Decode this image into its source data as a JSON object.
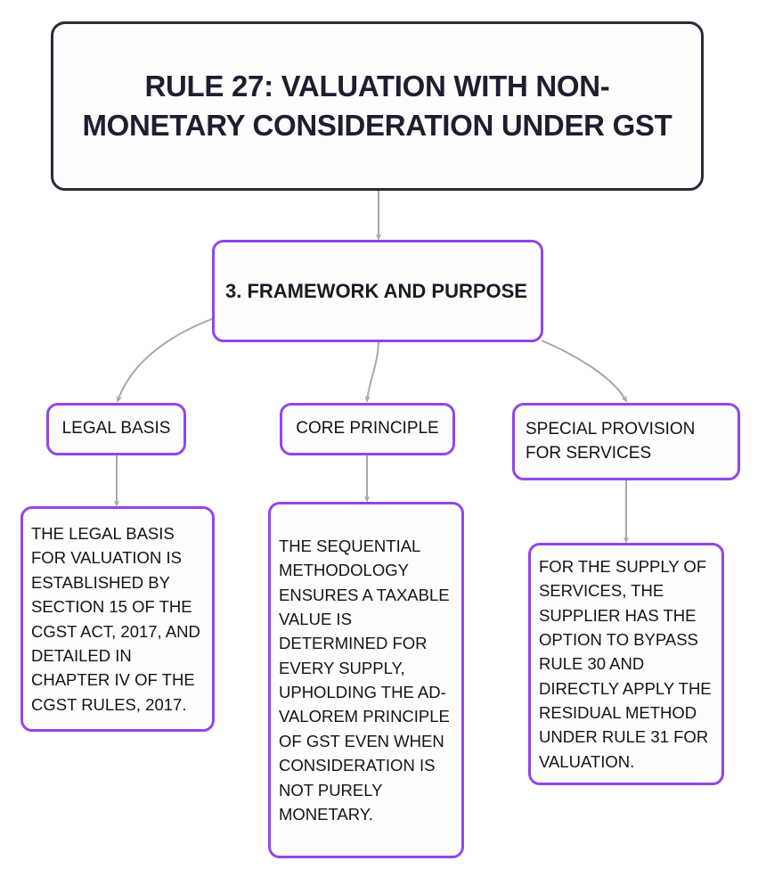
{
  "diagram": {
    "type": "mind-map",
    "background_color": "#ffffff",
    "root_border_color": "#2b2838",
    "branch_border_color": "#9246ea",
    "connector_color": "#a8a8a8",
    "text_color": "#141414",
    "root": {
      "title": "RULE 27: VALUATION WITH NON-MONETARY CONSIDERATION UNDER GST"
    },
    "section": {
      "title": "3. FRAMEWORK AND PURPOSE"
    },
    "branches": [
      {
        "label": "LEGAL BASIS",
        "detail": "THE LEGAL BASIS FOR VALUATION IS ESTABLISHED BY SECTION 15 OF THE CGST ACT, 2017, AND DETAILED IN CHAPTER IV OF THE CGST RULES, 2017."
      },
      {
        "label": "CORE PRINCIPLE",
        "detail": "THE SEQUENTIAL METHODOLOGY ENSURES A TAXABLE VALUE IS DETERMINED FOR EVERY SUPPLY, UPHOLDING THE AD-VALOREM PRINCIPLE OF GST EVEN WHEN CONSIDERATION IS NOT PURELY MONETARY."
      },
      {
        "label": "SPECIAL PROVISION FOR SERVICES",
        "detail": "FOR THE SUPPLY OF SERVICES, THE SUPPLIER HAS THE OPTION TO BYPASS RULE 30 AND DIRECTLY APPLY THE RESIDUAL METHOD UNDER RULE 31 FOR VALUATION."
      }
    ]
  }
}
